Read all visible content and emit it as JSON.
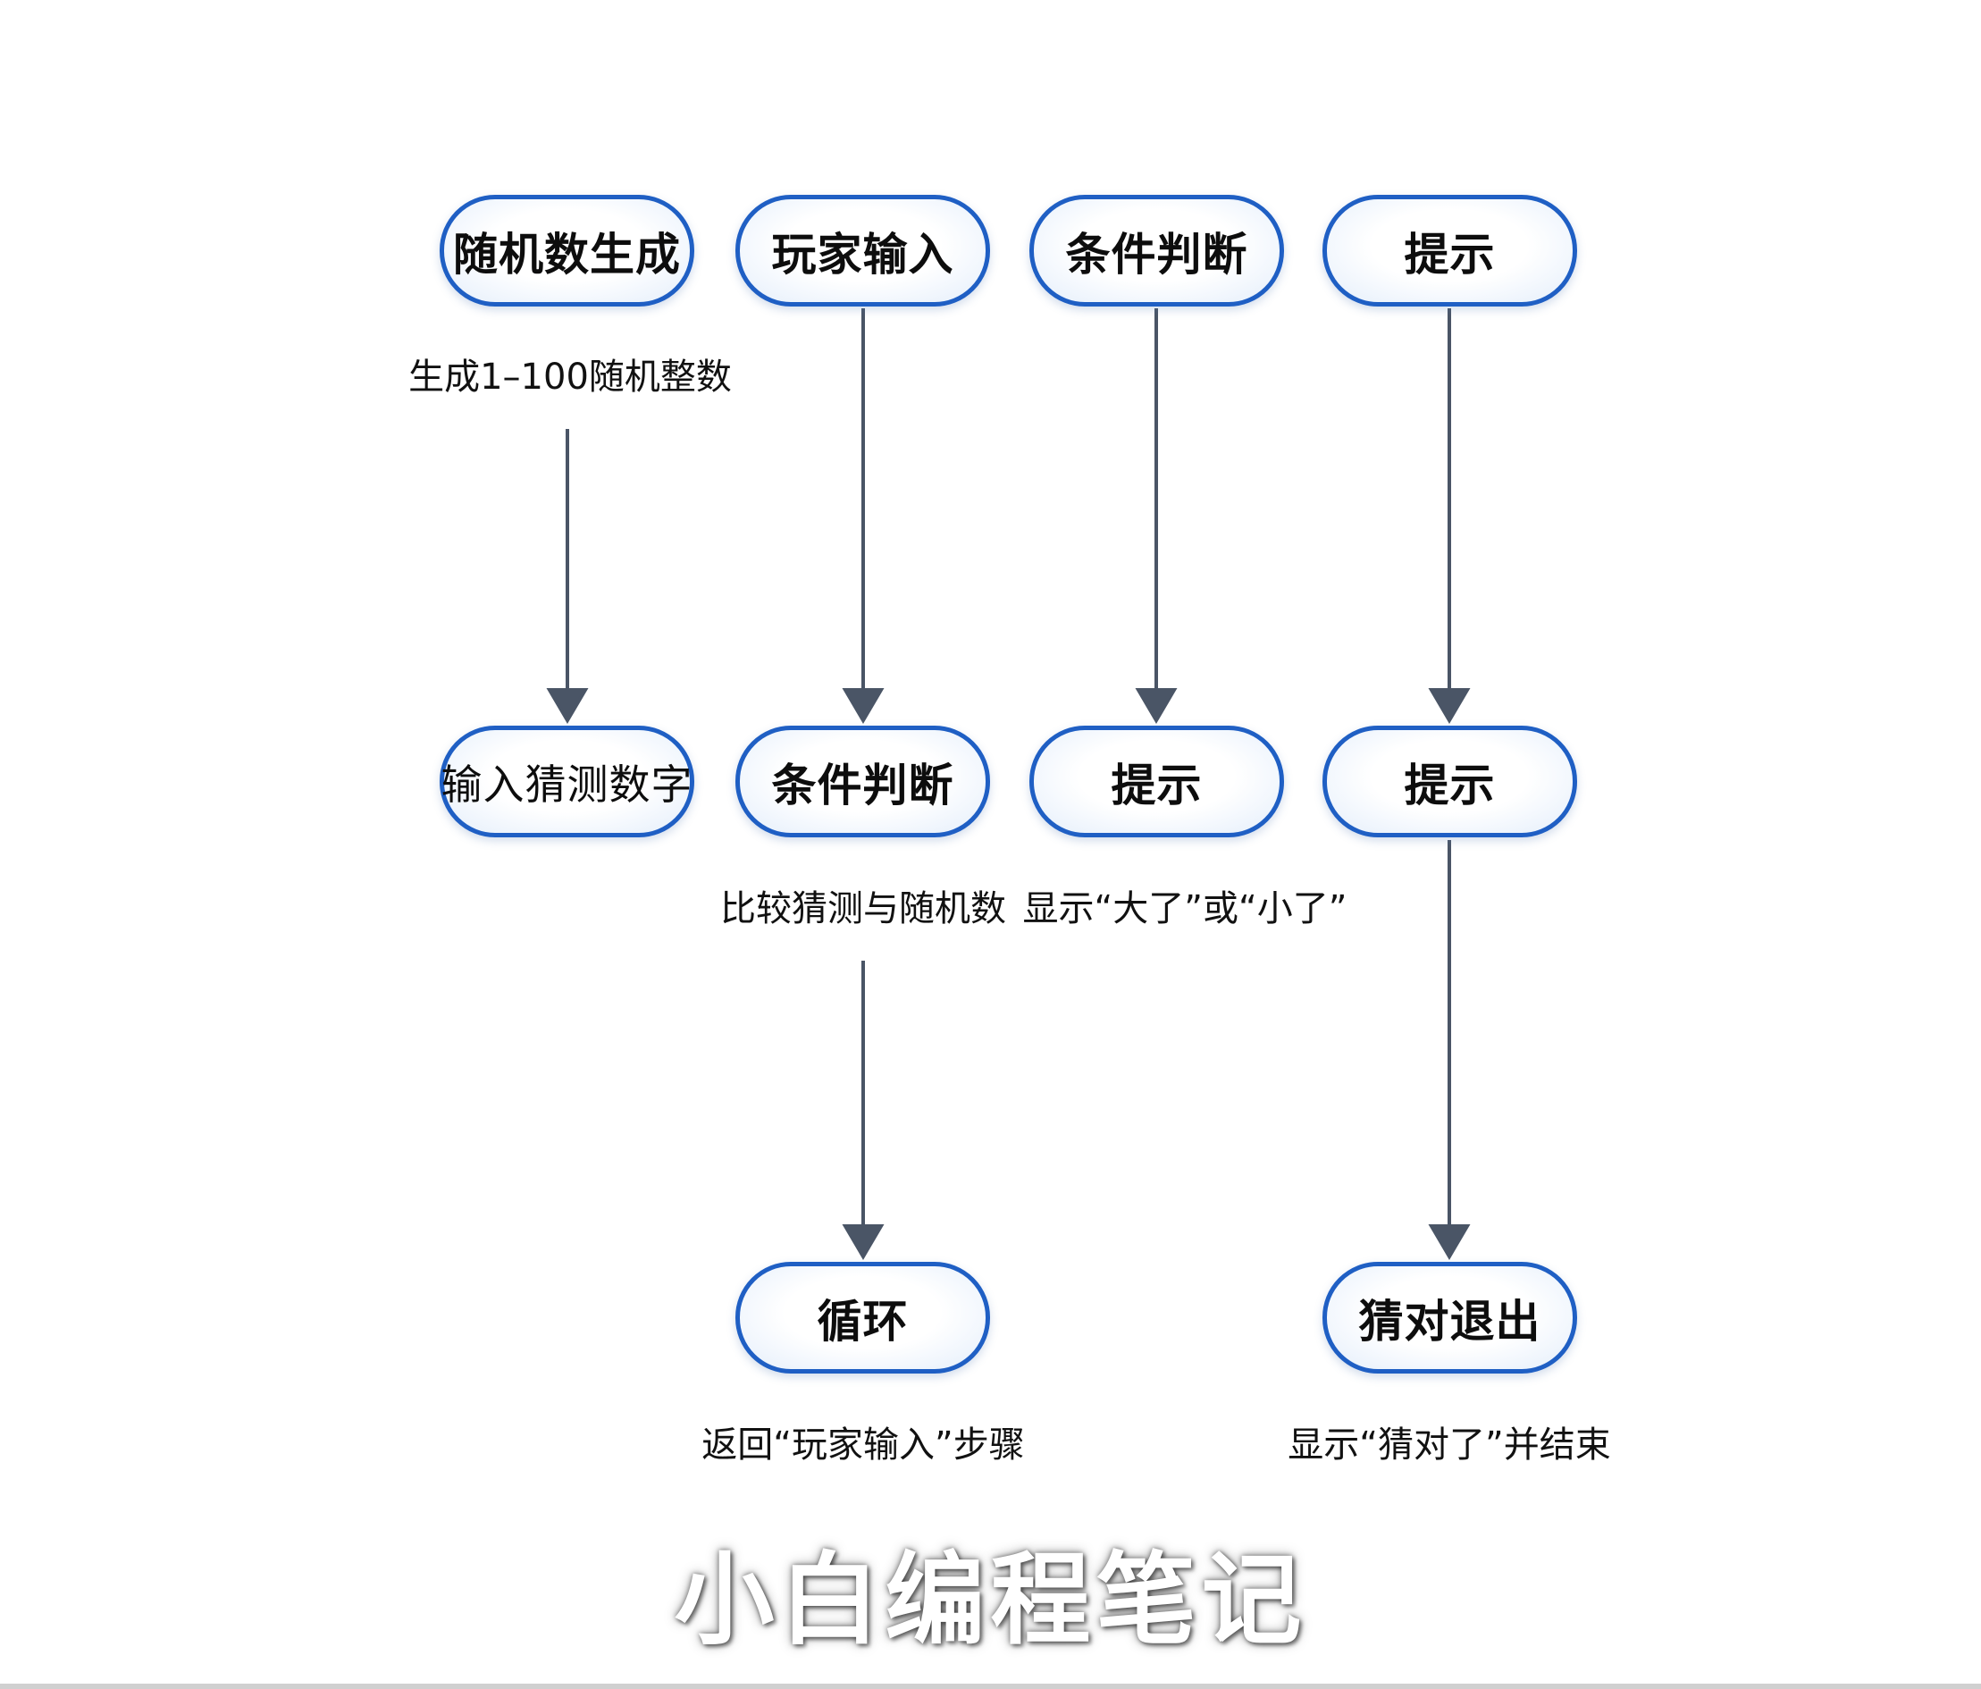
{
  "diagram": {
    "nodes": {
      "row1": [
        "随机数生成",
        "玩家输入",
        "条件判断",
        "提示"
      ],
      "row2": [
        "输入猜测数字",
        "条件判断",
        "提示",
        "提示"
      ],
      "row3": [
        "循环",
        "猜对退出"
      ]
    },
    "notes": {
      "generate": "生成1–100随机整数",
      "compare": "比较猜测与随机数",
      "hint": "显示“大了”或“小了”",
      "loop": "返回“玩家输入”步骤",
      "exit": "显示“猜对了”并结束"
    }
  },
  "watermark": "小白编程笔记",
  "colors": {
    "node_border": "#1f5fc4",
    "arrow": "#4a5566",
    "text": "#111111"
  }
}
